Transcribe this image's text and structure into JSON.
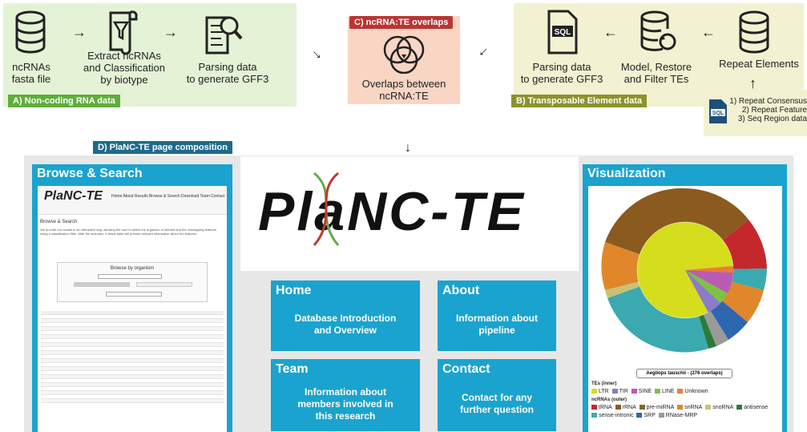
{
  "panel_a": {
    "tag": "A) Non-coding RNA data",
    "step1": "ncRNAs\nfasta file",
    "step2": "Extract ncRNAs\nand Classification\nby biotype",
    "step3": "Parsing data\nto generate GFF3"
  },
  "panel_b": {
    "tag": "B) Transposable Element data",
    "step1": "Repeat Elements",
    "step2": "Model, Restore\nand Filter TEs",
    "step3": "Parsing data\nto generate GFF3",
    "sources": "1) Repeat Consensus\n2) Repeat Feature\n3) Seq Region data",
    "sql_label": "SQL"
  },
  "panel_c": {
    "tag": "C) ncRNA:TE overlaps",
    "text": "Overlaps between\nncRNA:TE"
  },
  "panel_d": {
    "tag": "D) PlaNC-TE page composition",
    "logo": "PlaNC-TE",
    "browse": {
      "title": "Browse & Search",
      "mini_logo": "PlaNC-TE",
      "mini_nav": "Home  About  Results  Browse & Search  Download  Team  Contact",
      "mini_title": "Browse & Search",
      "mini_text": "We provide our results in an interactive way, allowing the user to select the organism of interest and the overlapping features using a classification filter. After the selection, a result table will present relevant information about the features.",
      "mini_box_title": "Browse by organism"
    },
    "cards": [
      {
        "title": "Home",
        "body": "Database Introduction\nand Overview"
      },
      {
        "title": "About",
        "body": "Information about\npipeline"
      },
      {
        "title": "Team",
        "body": "Information about\nmembers involved in\nthis research"
      },
      {
        "title": "Contact",
        "body": "Contact for any\nfurther question"
      }
    ],
    "viz": {
      "title": "Visualization",
      "select": "Aegilops tauschii - (276 overlaps)",
      "tes_label": "TEs (inner)",
      "tes": [
        {
          "name": "LTR",
          "color": "#d6dd1d"
        },
        {
          "name": "TIR",
          "color": "#8a7cc7"
        },
        {
          "name": "SINE",
          "color": "#b85cb6"
        },
        {
          "name": "LINE",
          "color": "#7cc243"
        },
        {
          "name": "Unknown",
          "color": "#ee7c3c"
        }
      ],
      "rnas_label": "ncRNAs (outer)",
      "rnas": [
        {
          "name": "tRNA",
          "color": "#c4282d"
        },
        {
          "name": "rRNA",
          "color": "#8a5a1f"
        },
        {
          "name": "pre-miRNA",
          "color": "#7a6a28"
        },
        {
          "name": "snRNA",
          "color": "#e0872a"
        },
        {
          "name": "snoRNA",
          "color": "#c9c275"
        },
        {
          "name": "antisense",
          "color": "#2a7b3a"
        },
        {
          "name": "sense-intronic",
          "color": "#3aaab0"
        },
        {
          "name": "SRP",
          "color": "#2e66b0"
        },
        {
          "name": "RNase-MRP",
          "color": "#9a9a9a"
        }
      ]
    }
  }
}
